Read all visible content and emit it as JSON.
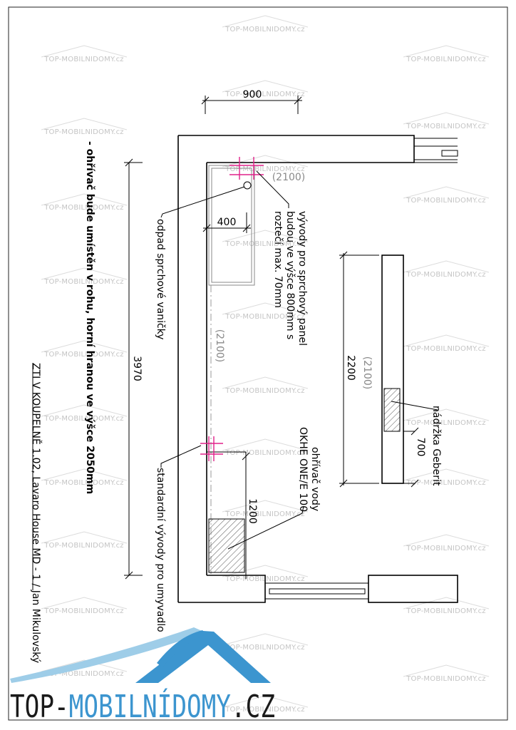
{
  "watermark": {
    "text": "TOP-MOBILNIDOMY.cz"
  },
  "logo": {
    "part1": "TOP-",
    "part2": "MOBILNÍDOMY",
    "part3": ".CZ",
    "colors": {
      "dark": "#1a1a1a",
      "blue": "#3c95cf",
      "lightblue": "#9ecde8"
    }
  },
  "dimensions": {
    "top_width": "900",
    "shower_offset": "400",
    "overall_length": "3970",
    "partition_length": "2200",
    "washbasin_offset": "1200",
    "niche_length": "700"
  },
  "height_marks": {
    "upper": "(2100)",
    "wall": "(2100)",
    "partition": "(2100)"
  },
  "annotations": {
    "shower_panel_lines": [
      "vývody pro sprchový panel",
      "budou ve výšce 800mm s",
      "roztečí max. 70mm"
    ],
    "shower_drain": "odpad sprchové vaničky",
    "heater_note": "- ohřívač bude umístěn v rohu, horní hranou ve výšce 2050mm",
    "heater_lines": [
      "ohřívač vody",
      "OKHE ONE/E 100"
    ],
    "washbasin_outlets": "standardní vývody pro umyvadlo",
    "geberit_niche": "nádržka Geberit",
    "title": "ZTI V KOUPELNĚ 1.02, Lavaro House MD - 1 / Jan Mikulovský"
  },
  "colors": {
    "lines": "#000000",
    "pipes": "#e0218a",
    "height_marks": "#8a8a8a",
    "watermark": "#c4c4c4"
  }
}
